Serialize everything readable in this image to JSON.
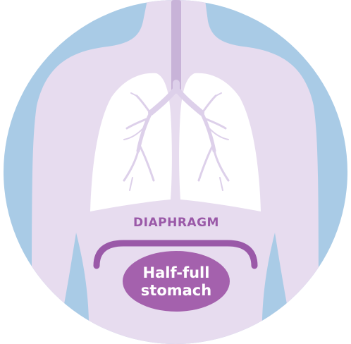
{
  "diagram": {
    "diaphragm_label": "DIAPHRAGM",
    "stomach_label_line1": "Half-full",
    "stomach_label_line2": "stomach"
  },
  "colors": {
    "background_circle": "#a9cbe6",
    "body": "#e7dcef",
    "spine": "#c8b3d8",
    "lungs": "#ffffff",
    "bronchi": "#ddd0ea",
    "diaphragm": "#9a59a8",
    "stomach": "#a461ad",
    "stomach_text": "#ffffff"
  }
}
